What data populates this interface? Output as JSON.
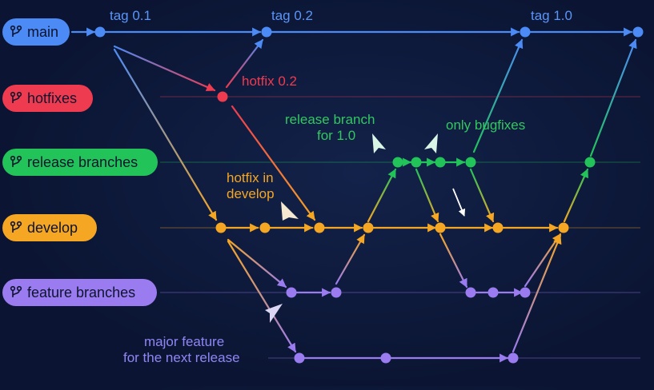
{
  "lanes": [
    {
      "id": "main",
      "label": "main",
      "color": "#4c8bf5"
    },
    {
      "id": "hotfixes",
      "label": "hotfixes",
      "color": "#ef3b4f"
    },
    {
      "id": "release",
      "label": "release branches",
      "color": "#22c45a"
    },
    {
      "id": "develop",
      "label": "develop",
      "color": "#f5a623"
    },
    {
      "id": "feature",
      "label": "feature branches",
      "color": "#9a7cf0"
    }
  ],
  "labels": {
    "tag01": "tag 0.1",
    "tag02": "tag 0.2",
    "tag10": "tag 1.0",
    "hotfix02": "hotfix 0.2",
    "release_line1": "release branch",
    "release_line2": "for 1.0",
    "bugfixes": "only bugfixes",
    "hotfix_dev_line1": "hotfix in",
    "hotfix_dev_line2": "develop",
    "major_line1": "major feature",
    "major_line2": "for the next release"
  },
  "icons": [
    "branch-icon",
    "arrow-icon",
    "commit-dot"
  ],
  "colors": {
    "background": "#0b1533",
    "main": "#4c8bf5",
    "hotfix": "#ef3b4f",
    "release": "#22c45a",
    "develop": "#f5a623",
    "feature": "#9a7cf0",
    "tag_text": "#5b95f7",
    "hotfix_text": "#ef3b4f",
    "release_text": "#31c85f",
    "develop_text": "#f5a623",
    "feature_text": "#8f86f5"
  }
}
